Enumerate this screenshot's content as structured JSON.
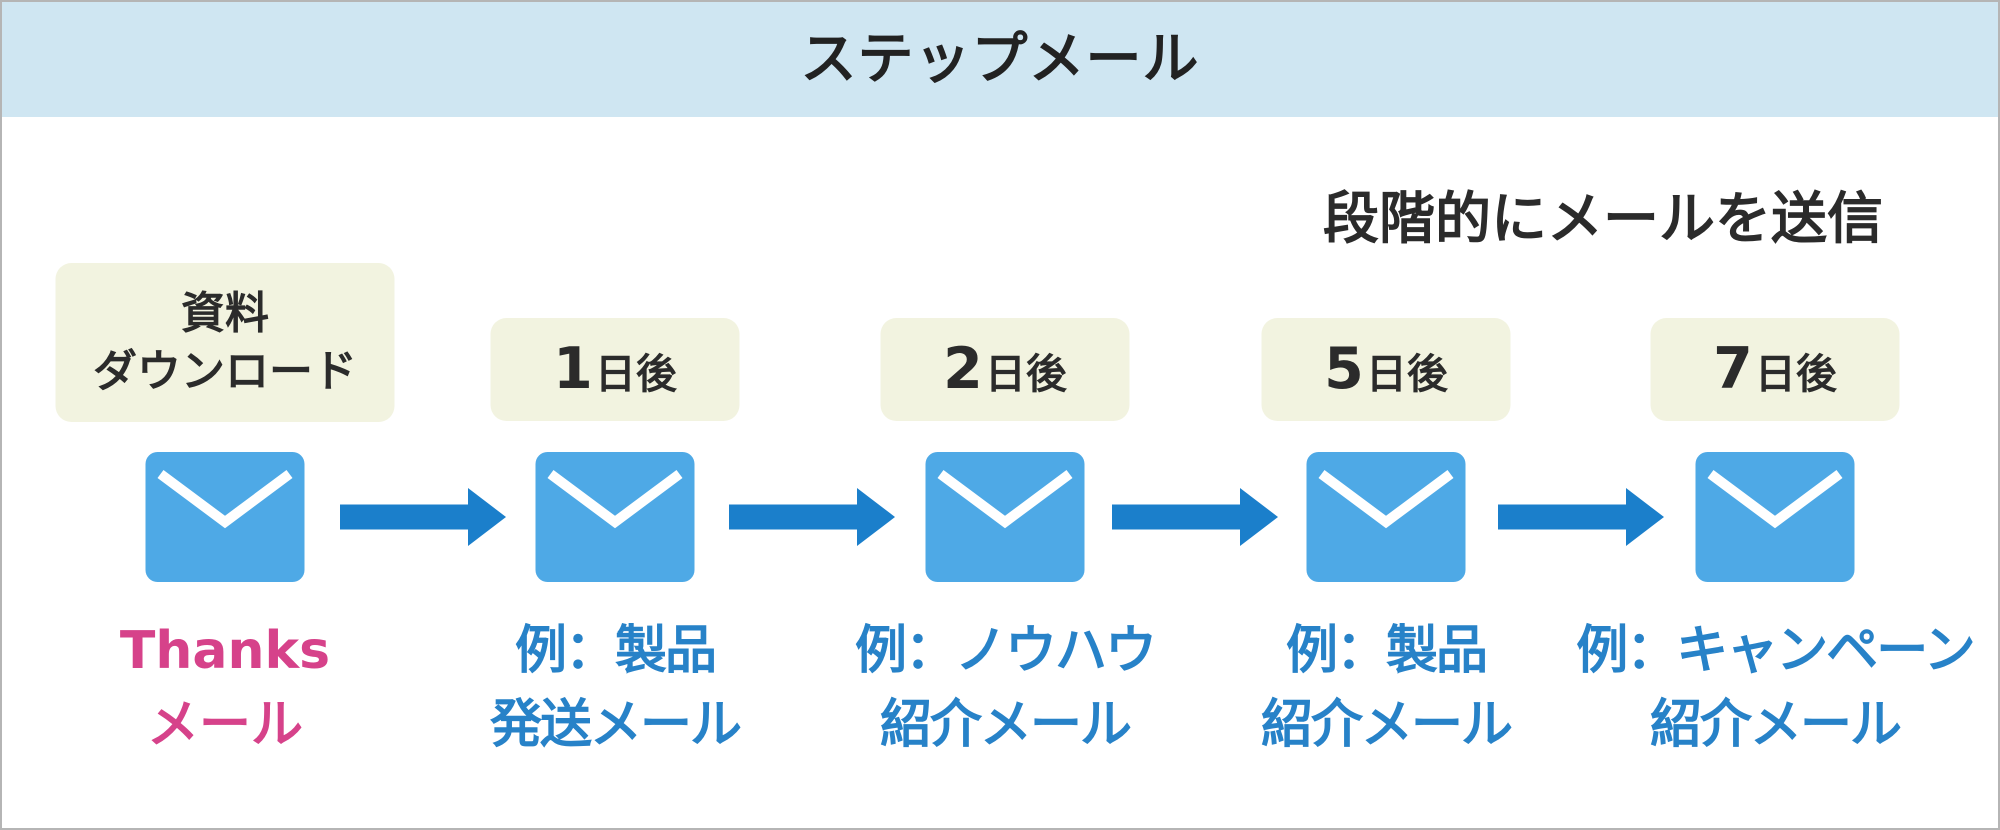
{
  "title": "ステップメール",
  "subtitle": "段階的にメールを送信",
  "colors": {
    "header_bg": "#cfe6f2",
    "label_bg": "#f2f3e0",
    "envelope": "#4ea9e6",
    "arrow": "#1b7fcb",
    "highlight_text": "#d6428a",
    "example_text": "#2782c8",
    "border": "#b5b5b5"
  },
  "steps": [
    {
      "timing": {
        "lines": [
          "資料",
          "ダウンロード"
        ]
      },
      "icon": "envelope-icon",
      "example": [
        "Thanks",
        "メール"
      ]
    },
    {
      "timing": {
        "number": "1",
        "unit": "日後"
      },
      "icon": "envelope-icon",
      "example": [
        "例：製品",
        "発送メール"
      ]
    },
    {
      "timing": {
        "number": "2",
        "unit": "日後"
      },
      "icon": "envelope-icon",
      "example": [
        "例：ノウハウ",
        "紹介メール"
      ]
    },
    {
      "timing": {
        "number": "5",
        "unit": "日後"
      },
      "icon": "envelope-icon",
      "example": [
        "例：製品",
        "紹介メール"
      ]
    },
    {
      "timing": {
        "number": "7",
        "unit": "日後"
      },
      "icon": "envelope-icon",
      "example": [
        "例：キャンペーン",
        "紹介メール"
      ]
    }
  ],
  "connector_icon": "arrow-right-icon"
}
